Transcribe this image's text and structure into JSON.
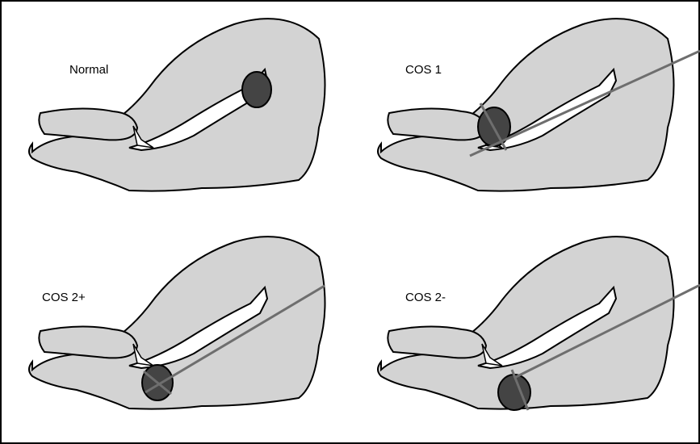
{
  "colors": {
    "organ_fill": "#d3d3d3",
    "outline": "#000000",
    "cavity": "#ffffff",
    "ellipse_fill": "#444444",
    "axis_line": "#6e6e6e"
  },
  "panels": [
    {
      "label": "Normal"
    },
    {
      "label": "COS 1"
    },
    {
      "label": "COS 2+"
    },
    {
      "label": "COS 2-"
    }
  ]
}
